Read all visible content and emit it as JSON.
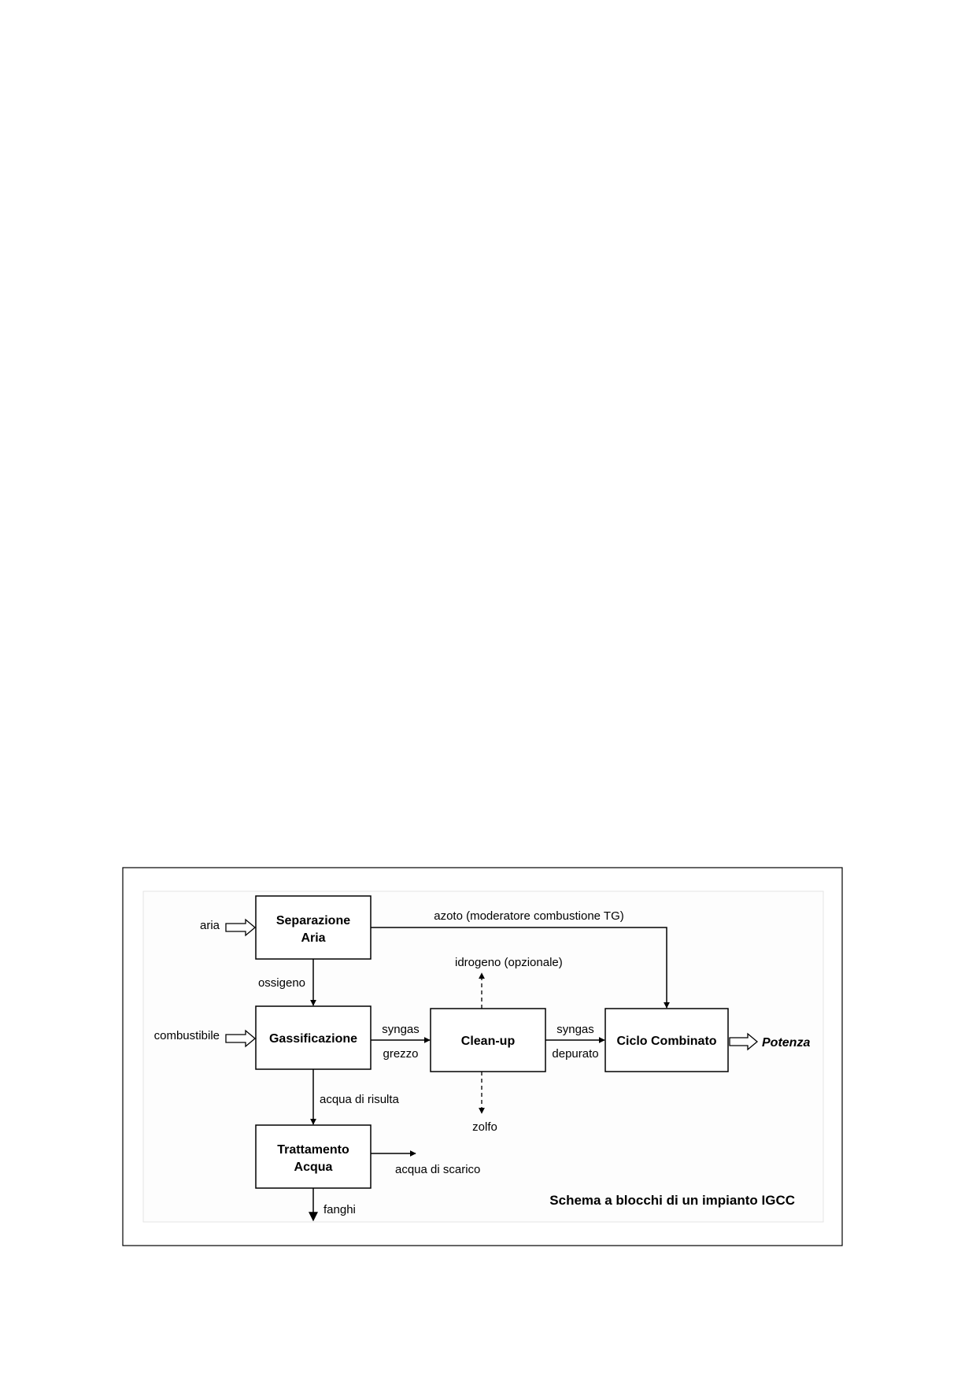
{
  "blocks": {
    "air_separation": {
      "line1": "Separazione",
      "line2": "Aria"
    },
    "gasification": {
      "label": "Gassificazione"
    },
    "cleanup": {
      "label": "Clean-up"
    },
    "combined_cycle": {
      "label": "Ciclo Combinato"
    },
    "water_treatment": {
      "line1": "Trattamento",
      "line2": "Acqua"
    }
  },
  "flows": {
    "air": "aria",
    "fuel": "combustibile",
    "oxygen": "ossigeno",
    "nitrogen": "azoto (moderatore combustione TG)",
    "hydrogen": "idrogeno (opzionale)",
    "raw_syngas_1": "syngas",
    "raw_syngas_2": "grezzo",
    "clean_syngas_1": "syngas",
    "clean_syngas_2": "depurato",
    "sulfur": "zolfo",
    "process_water": "acqua di risulta",
    "waste_water": "acqua di scarico",
    "sludge": "fanghi",
    "power": "Potenza"
  },
  "caption": "Schema a blocchi di un impianto IGCC",
  "colors": {
    "ink": "#000000",
    "panel_bg": "#fdfdfd",
    "inner_border": "#e4e4e4"
  }
}
